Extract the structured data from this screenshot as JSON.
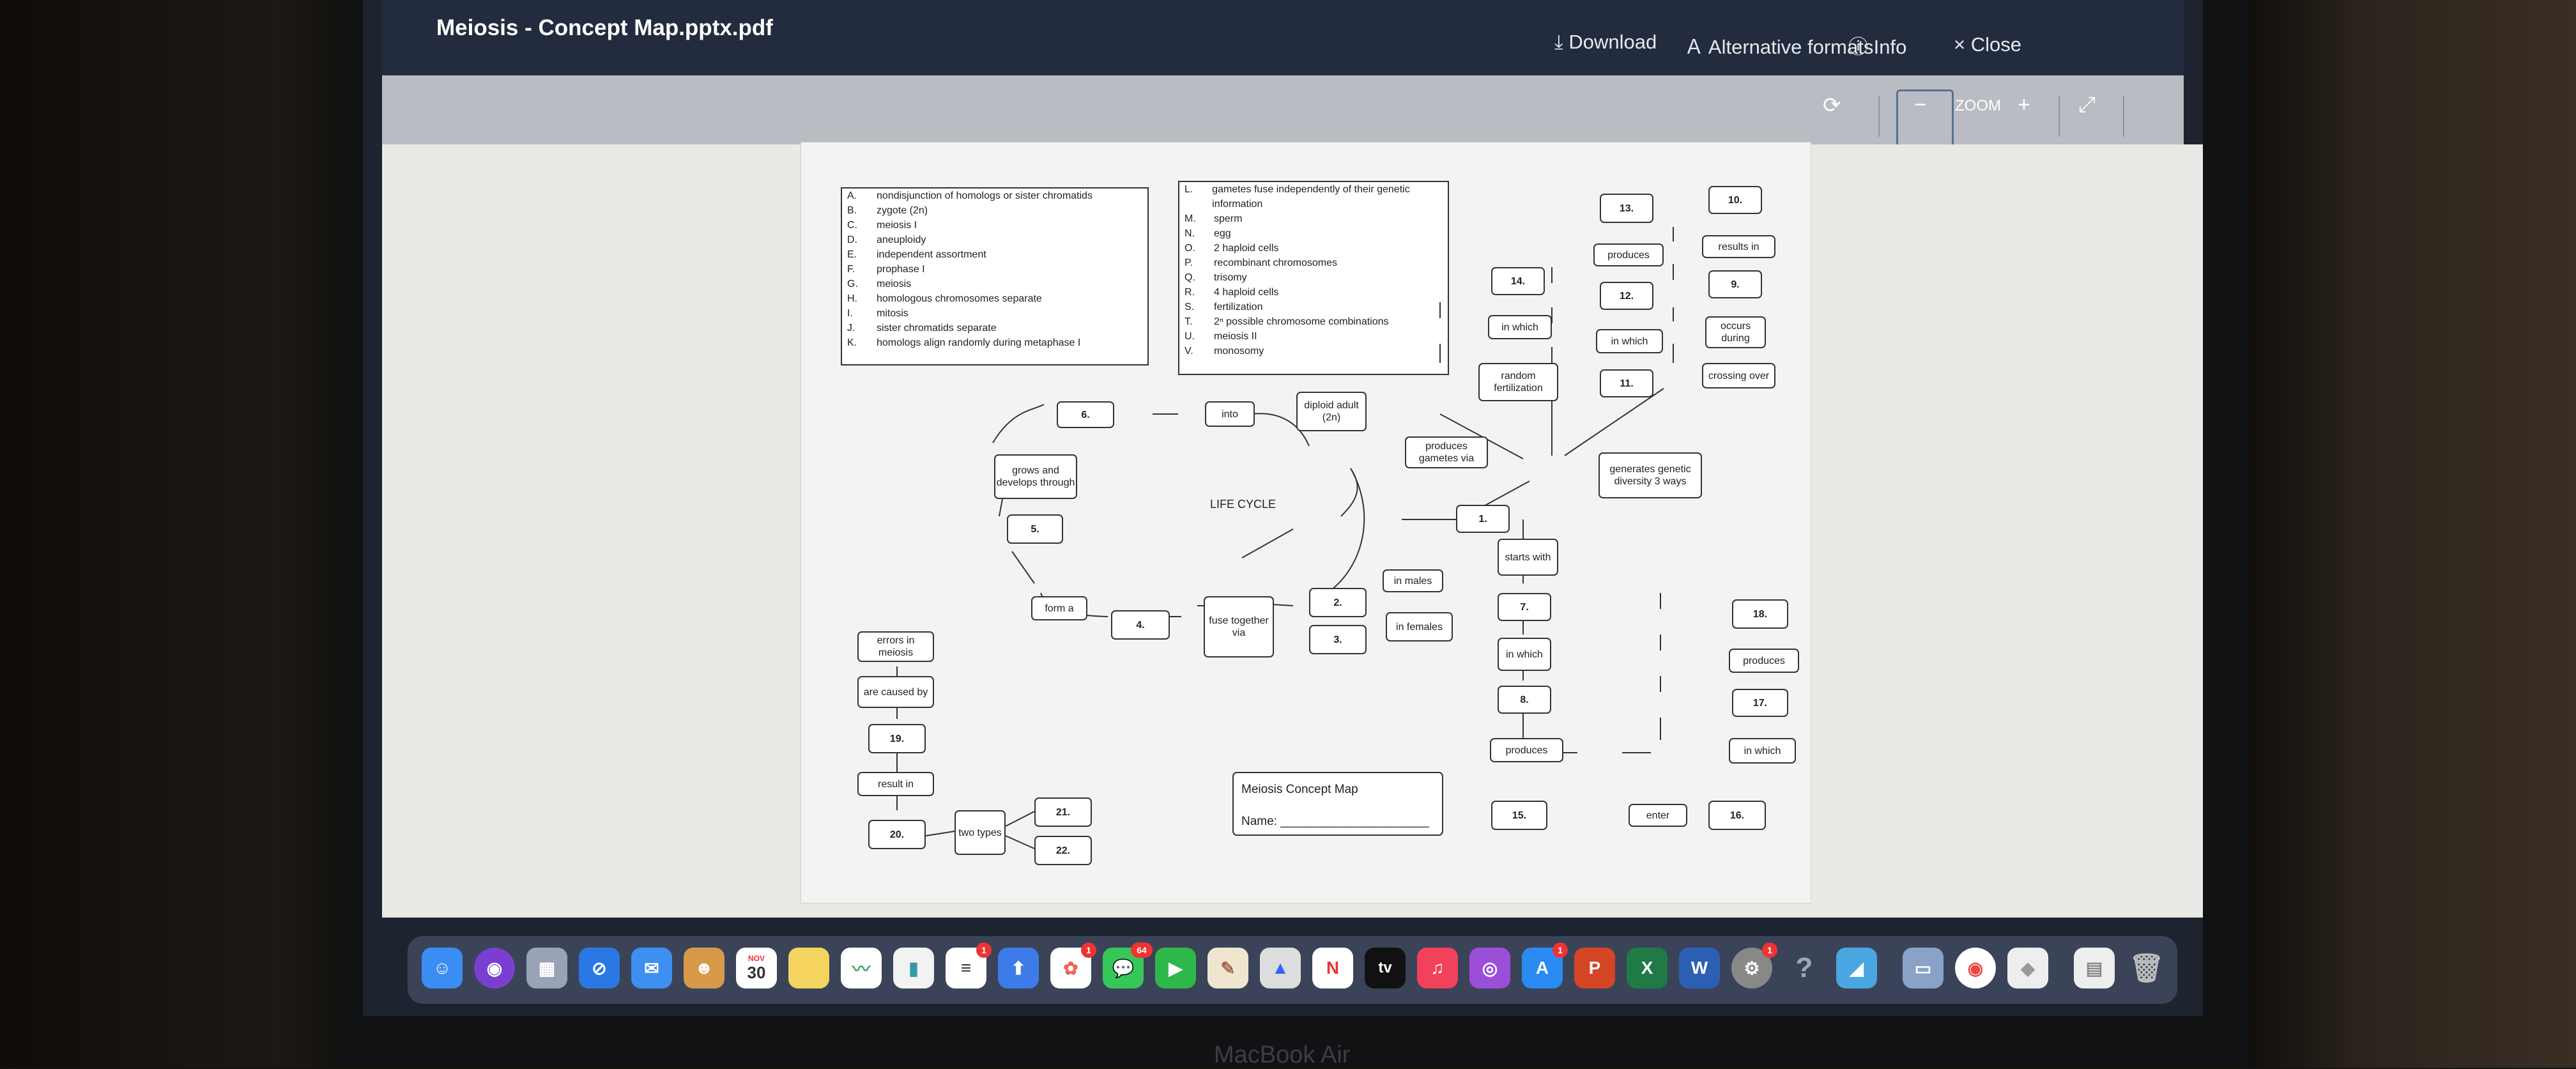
{
  "viewer": {
    "doc_title": "Meiosis - Concept Map.pptx.pdf",
    "download": "⤓ Download",
    "alt_formats": "Ａ Alternative formats",
    "info": "ⓘ Info",
    "close": "× Close",
    "zoom_label": "ZOOM",
    "rotate_icon": "⟳",
    "zoom_out_icon": "−",
    "zoom_in_icon": "+",
    "expand_icon": "⤢"
  },
  "legend_left": [
    {
      "key": "A.",
      "text": "nondisjunction of homologs or sister chromatids"
    },
    {
      "key": "B.",
      "text": "zygote (2n)"
    },
    {
      "key": "C.",
      "text": "meiosis I"
    },
    {
      "key": "D.",
      "text": "aneuploidy"
    },
    {
      "key": "E.",
      "text": "independent assortment"
    },
    {
      "key": "F.",
      "text": "prophase I"
    },
    {
      "key": "G.",
      "text": "meiosis"
    },
    {
      "key": "H.",
      "text": "homologous chromosomes separate"
    },
    {
      "key": "I.",
      "text": "mitosis"
    },
    {
      "key": "J.",
      "text": "sister chromatids separate"
    },
    {
      "key": "K.",
      "text": "homologs align randomly during metaphase I"
    }
  ],
  "legend_right": [
    {
      "key": "L.",
      "text": "gametes fuse independently of their genetic information"
    },
    {
      "key": "M.",
      "text": "sperm"
    },
    {
      "key": "N.",
      "text": "egg"
    },
    {
      "key": "O.",
      "text": "2 haploid cells"
    },
    {
      "key": "P.",
      "text": "recombinant chromosomes"
    },
    {
      "key": "Q.",
      "text": "trisomy"
    },
    {
      "key": "R.",
      "text": "4 haploid cells"
    },
    {
      "key": "S.",
      "text": "fertilization"
    },
    {
      "key": "T.",
      "text": "2ⁿ possible chromosome combinations"
    },
    {
      "key": "U.",
      "text": "meiosis II"
    },
    {
      "key": "V.",
      "text": "monosomy"
    }
  ],
  "map": {
    "n6": "6.",
    "into": "into",
    "diploid": "diploid adult (2n)",
    "produces_gametes": "produces gametes via",
    "grows": "grows and develops through",
    "n5": "5.",
    "life_cycle": "LIFE CYCLE",
    "n1": "1.",
    "in_males": "in males",
    "n2": "2.",
    "form_a": "form a",
    "n4": "4.",
    "fuse": "fuse together via",
    "n3": "3.",
    "in_females": "in females",
    "n14": "14.",
    "in_which_a": "in which",
    "random_fert": "random fertilization",
    "n13": "13.",
    "produces_a": "produces",
    "n12": "12.",
    "in_which_b": "in which",
    "n11": "11.",
    "n10": "10.",
    "results_in": "results in",
    "n9": "9.",
    "occurs_during": "occurs during",
    "crossing_over": "crossing over",
    "generates": "generates genetic diversity 3 ways",
    "starts_with": "starts with",
    "n7": "7.",
    "in_which_c": "in which",
    "n8": "8.",
    "produces_b": "produces",
    "n15": "15.",
    "enter": "enter",
    "n16": "16.",
    "n18": "18.",
    "produces_c": "produces",
    "n17": "17.",
    "in_which_d": "in which",
    "errors": "errors in meiosis",
    "caused_by": "are caused by",
    "n19": "19.",
    "result_in": "result in",
    "n20": "20.",
    "two_types": "two types",
    "n21": "21.",
    "n22": "22.",
    "footer_title": "Meiosis Concept Map",
    "footer_name": "Name: ______________________"
  },
  "dock": {
    "calendar_month": "NOV",
    "calendar_day": "30",
    "badge_one": "1",
    "badge_messages": "64",
    "appletv": "tv"
  },
  "laptop_label": "MacBook Air"
}
